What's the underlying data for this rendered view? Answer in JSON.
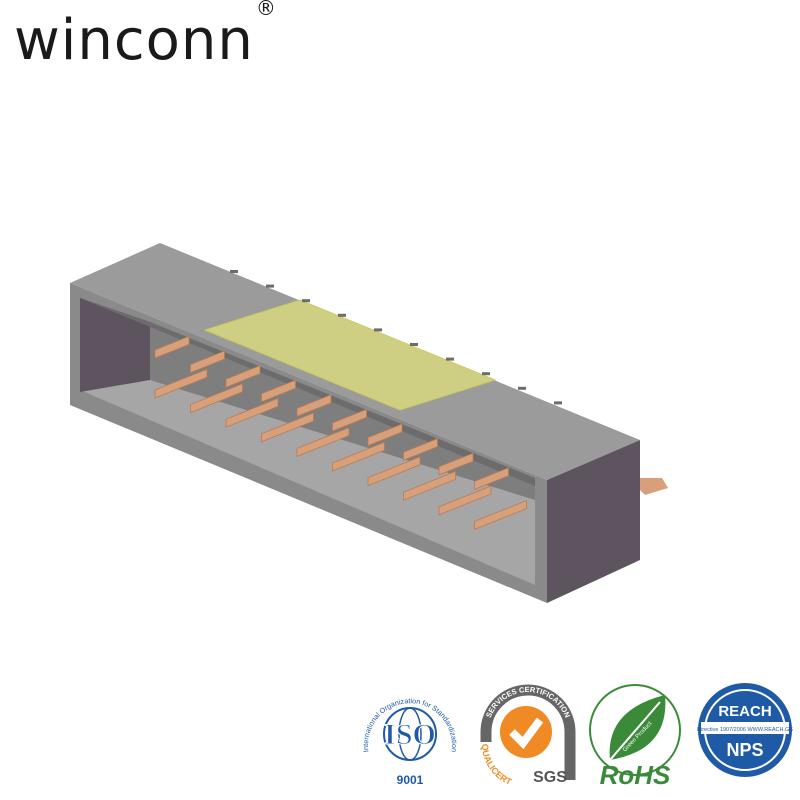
{
  "brand": {
    "name": "winconn",
    "registered": "®"
  },
  "product": {
    "colors": {
      "housing_top": "#9b9b9b",
      "housing_front": "#8a8a8a",
      "housing_side": "#5d5460",
      "pins": "#d8a07a",
      "tape": "#e6e67a"
    }
  },
  "certifications": [
    {
      "name": "ISO",
      "arc_text": "International Organization for Standardization",
      "number": "9001",
      "color": "#1f5aa6"
    },
    {
      "name": "SGS",
      "arc_text": "SERVICES CERTIFICATION",
      "sub_text": "QUALICERT",
      "color": "#f08a24"
    },
    {
      "name": "RoHS",
      "arc_text": "Green Product",
      "color": "#3b8a3a"
    },
    {
      "name": "REACH",
      "band_text": "Directive 1907/2006 WWW.REACH.GS",
      "sub_text": "NPS",
      "color": "#1f5aa6"
    }
  ]
}
